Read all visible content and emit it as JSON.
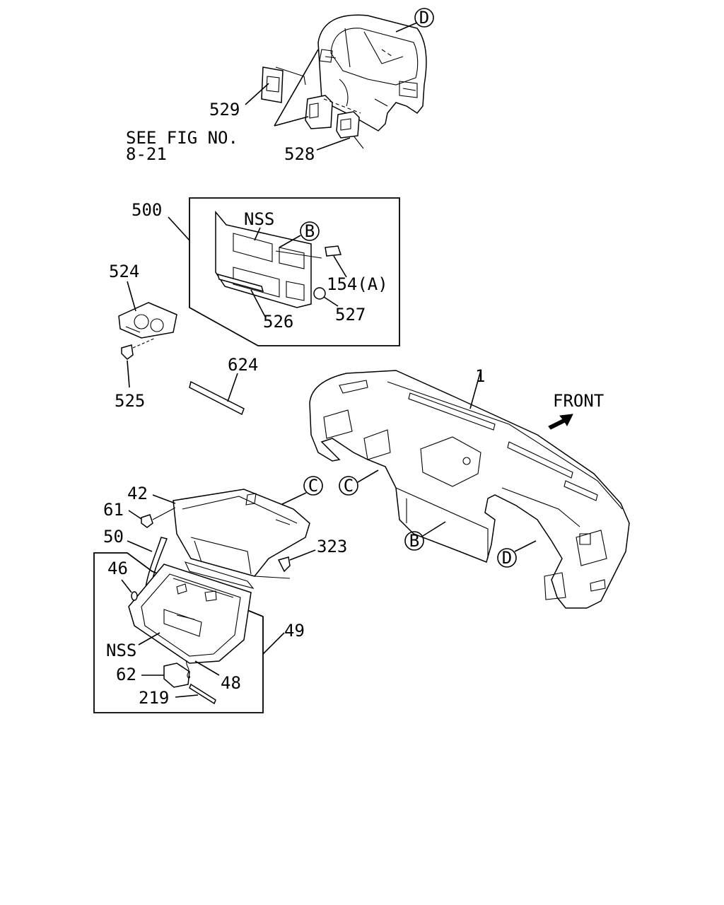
{
  "diagram": {
    "callouts": {
      "p1": "1",
      "p42": "42",
      "p46": "46",
      "p48": "48",
      "p49": "49",
      "p50": "50",
      "p61": "61",
      "p62": "62",
      "p154a": "154(A)",
      "p219": "219",
      "p323": "323",
      "p500": "500",
      "p524": "524",
      "p525": "525",
      "p526": "526",
      "p527": "527",
      "p528": "528",
      "p529": "529",
      "p624": "624"
    },
    "nss_top": "NSS",
    "nss_bottom": "NSS",
    "see_fig_line1": "SEE FIG NO.",
    "see_fig_line2": "8-21",
    "front_label": "FRONT",
    "refs": {
      "b": "B",
      "c": "C",
      "d": "D"
    }
  }
}
